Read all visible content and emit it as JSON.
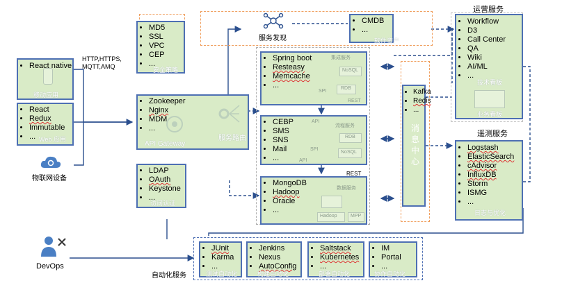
{
  "mobile": {
    "items": [
      "React native"
    ],
    "caption": "移动应用"
  },
  "web": {
    "items": [
      "React",
      "Redux",
      "Immutable",
      "..."
    ],
    "caption": "Web 应用"
  },
  "iot": {
    "label": "物联网设备"
  },
  "protocol": {
    "line1": "HTTP,HTTPS,",
    "line2": "MQTT,AMQ"
  },
  "security": {
    "items": [
      "MD5",
      "SSL",
      "VPC",
      "CEP",
      "..."
    ],
    "caption": "安全策略"
  },
  "gateway": {
    "items": [
      "Zookeeper",
      "Nginx",
      "MDM",
      "..."
    ],
    "caption": "API Gateway",
    "route_caption": "服务路由"
  },
  "auth": {
    "items": [
      "LDAP",
      "OAuth",
      "Keystone",
      "..."
    ],
    "caption": "访问认证"
  },
  "discovery": {
    "label": "服务发现"
  },
  "cmdb": {
    "items": [
      "CMDB",
      "..."
    ],
    "caption": "软件资产"
  },
  "integration": {
    "items": [
      "Spring boot",
      "Resteasy",
      "Memcache",
      "..."
    ],
    "caption": "集成服务",
    "rest": "REST",
    "spi": "SPI",
    "nosql": "NoSQL",
    "rdb": "RDB"
  },
  "process": {
    "items": [
      "CEBP",
      "SMS",
      "SNS",
      "Mail",
      "..."
    ],
    "caption": "流程服务",
    "api": "API",
    "spi": "SPI",
    "rdb": "RDB",
    "nosql": "NoSQL",
    "api2": "API"
  },
  "rest2": "REST",
  "data": {
    "items": [
      "MongoDB",
      "Hadoop",
      "Oracle",
      "..."
    ],
    "caption": "数据服务",
    "hadoop": "Hadoop",
    "mpp": "MPP"
  },
  "mq": {
    "items": [
      "Kafka",
      "Redis",
      "..."
    ],
    "caption": "消息中心",
    "chars": [
      "消",
      "息",
      "中",
      "心"
    ]
  },
  "ops_title": "运营服务",
  "ops": {
    "items": [
      "Workflow",
      "D3",
      "Call Center",
      "QA",
      "Wiki",
      "AI/ML",
      "..."
    ],
    "caption1": "技术看板",
    "caption2": "业务看板"
  },
  "monitor_title": "遥测服务",
  "monitor": {
    "items": [
      "Logstash",
      "ElasticSearch",
      "cAdvisor",
      "InfluxDB",
      "Storm",
      "ISMG",
      "..."
    ],
    "caption": "日志与优化"
  },
  "devops": {
    "label": "DevOps"
  },
  "automation": {
    "label": "自动化服务"
  },
  "test": {
    "items": [
      "JUnit",
      "Karma",
      "..."
    ],
    "caption": "测试自动化"
  },
  "build": {
    "items": [
      "Jenkins",
      "Nexus",
      "AutoConfig"
    ],
    "caption": "构建自动化"
  },
  "deploy": {
    "items": [
      "Saltstack",
      "Kubernetes",
      "..."
    ],
    "caption": "部署自动化"
  },
  "coop": {
    "items": [
      "IM",
      "Portal",
      "..."
    ],
    "caption": "协作自动化"
  },
  "colors": {
    "box_fill": "#d9ebc7",
    "box_border": "#4d6fb3",
    "dashed_orange": "#f0a060",
    "line": "#2b4f8e"
  }
}
